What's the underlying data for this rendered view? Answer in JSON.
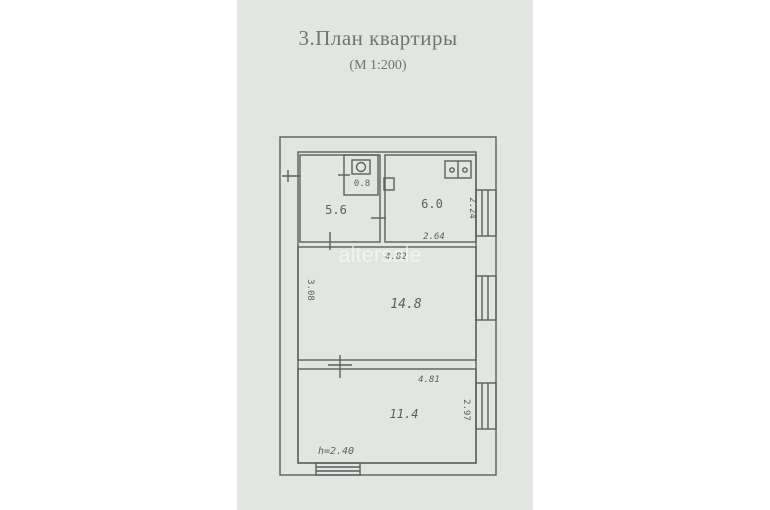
{
  "header": {
    "title": "3.План квартиры",
    "scale": "(М 1:200)"
  },
  "watermark": "altersale",
  "rooms": [
    {
      "id": "room-small",
      "area": "5.6"
    },
    {
      "id": "bathroom",
      "area": "0.8"
    },
    {
      "id": "kitchen",
      "area": "6.0"
    },
    {
      "id": "living-room",
      "area": "14.8"
    },
    {
      "id": "bedroom",
      "area": "11.4"
    }
  ],
  "dimensions": {
    "kitchen_height": "2.24",
    "kitchen_width": "2.64",
    "living_width": "4.82",
    "living_depth": "3.08",
    "bedroom_width": "4.81",
    "bedroom_depth": "2.97",
    "ceiling_height": "h=2.40"
  },
  "colors": {
    "paper": "#e2e6e3",
    "ink": "#5b5f5c"
  }
}
